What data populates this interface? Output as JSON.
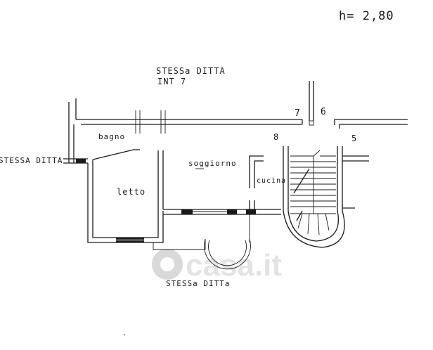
{
  "height_note": "h= 2,80",
  "labels": {
    "stessa_ditta_top": "STESSa DITTA",
    "int7": "INT 7",
    "stessa_ditta_left": "STESSA DITTA",
    "stessa_ditta_bottom": "STESSa DITTa",
    "bagno": "bagno",
    "letto": "letto",
    "soggiorno": "soggiorno",
    "cucina": "cucina",
    "num_7": "7",
    "num_6": "6",
    "num_8": "8",
    "num_5": "5"
  },
  "watermark": {
    "text": "casa.it"
  }
}
